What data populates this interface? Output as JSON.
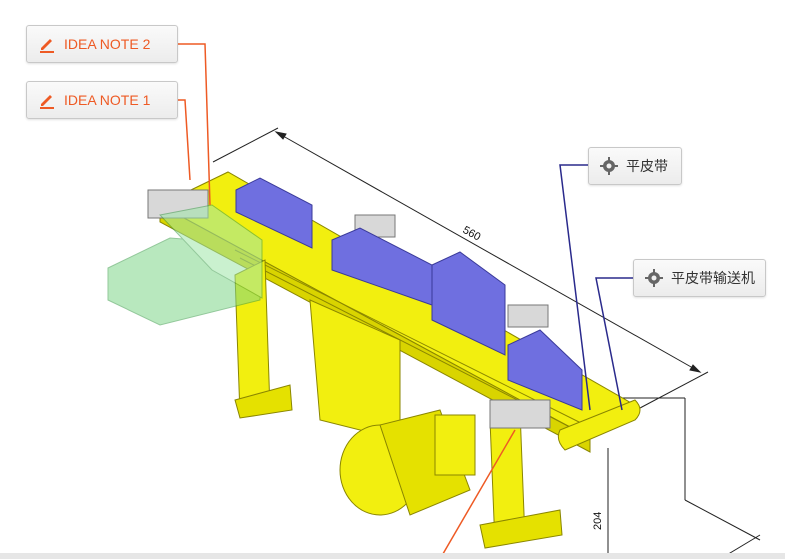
{
  "notes": [
    {
      "label": "IDEA NOTE 2"
    },
    {
      "label": "IDEA NOTE 1"
    }
  ],
  "parts": [
    {
      "label": "平皮带"
    },
    {
      "label": "平皮带输送机"
    }
  ],
  "dimensions": {
    "length": "560",
    "height": "204"
  },
  "colors": {
    "frame": "#f2ef0f",
    "frame_dark": "#c9c400",
    "boxes": "#6f6fe0",
    "box_dark": "#4545b8",
    "ghost_box": "#7fd68a",
    "note_accent": "#ee5a24",
    "part_leader": "#2a2a8c"
  },
  "icons": {
    "note": "pencil-icon",
    "part": "gear-icon"
  }
}
